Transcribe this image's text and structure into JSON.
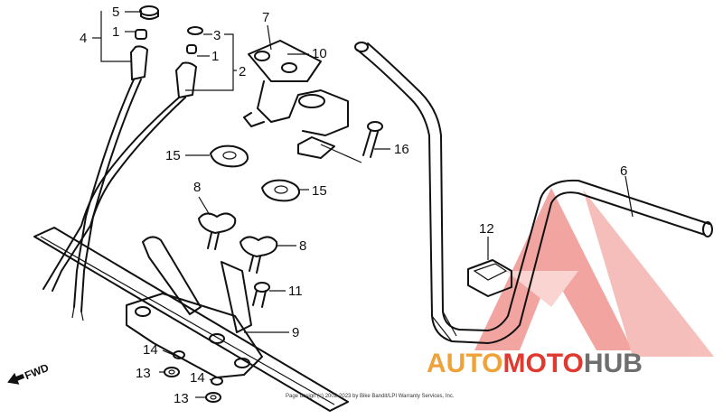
{
  "callouts": {
    "c1a": "1",
    "c1b": "1",
    "c2": "2",
    "c3": "3",
    "c4": "4",
    "c5": "5",
    "c6": "6",
    "c7": "7",
    "c8a": "8",
    "c8b": "8",
    "c9": "9",
    "c10": "10",
    "c11": "11",
    "c12": "12",
    "c13a": "13",
    "c13b": "13",
    "c14a": "14",
    "c14b": "14",
    "c15a": "15",
    "c15b": "15",
    "c16": "16"
  },
  "fwd_label": "FWD",
  "watermark": {
    "auto": "AUTO",
    "moto": "MOTO",
    "hub": "HUB",
    "color_red": "#e0392f",
    "color_orange": "#f0a23a",
    "color_gray": "#6e6e6e"
  },
  "copyright": "Page design (c) 2002-2023 by Bike Bandit/LPI Warranty Services, Inc."
}
